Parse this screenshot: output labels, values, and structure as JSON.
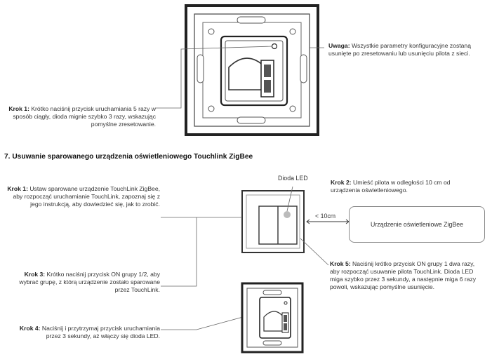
{
  "top": {
    "step1": {
      "label": "Krok 1:",
      "text": " Krótko naciśnij przycisk uruchamiania 5 razy w sposób ciągły, dioda mignie szybko 3 razy, wskazując pomyślne zresetowanie."
    },
    "note": {
      "label": "Uwaga:",
      "text": " Wszystkie parametry konfiguracyjne zostaną usunięte po zresetowaniu lub usunięciu pilota z sieci."
    }
  },
  "section7": {
    "title": "7. Usuwanie sparowanego urządzenia oświetleniowego Touchlink ZigBee",
    "led_label": "Dioda LED",
    "distance_label": "< 10cm",
    "device_box_label": "Urządzenie oświetleniowe ZigBee",
    "step1": {
      "label": "Krok 1:",
      "text": " Ustaw sparowane urządzenie TouchLink ZigBee, aby rozpocząć uruchamianie TouchLink, zapoznaj się z jego instrukcją, aby dowiedzieć się, jak to zrobić."
    },
    "step2": {
      "label": "Krok 2:",
      "text": " Umieść pilota w odległości 10 cm od urządzenia oświetleniowego."
    },
    "step3": {
      "label": "Krok 3:",
      "text": " Krótko naciśnij przycisk ON grupy 1/2, aby wybrać grupę, z którą urządzenie zostało sparowane przez TouchLink."
    },
    "step4": {
      "label": "Krok 4:",
      "text": " Naciśnij i przytrzymaj przycisk uruchamiania przez 3 sekundy, aż włączy się dioda LED."
    },
    "step5": {
      "label": "Krok 5:",
      "text": " Naciśnij krótko przycisk ON grupy 1 dwa razy, aby rozpocząć usuwanie pilota TouchLink. Dioda LED miga szybko przez 3 sekundy, a następnie miga 6 razy powoli, wskazując pomyślne usunięcie."
    }
  }
}
